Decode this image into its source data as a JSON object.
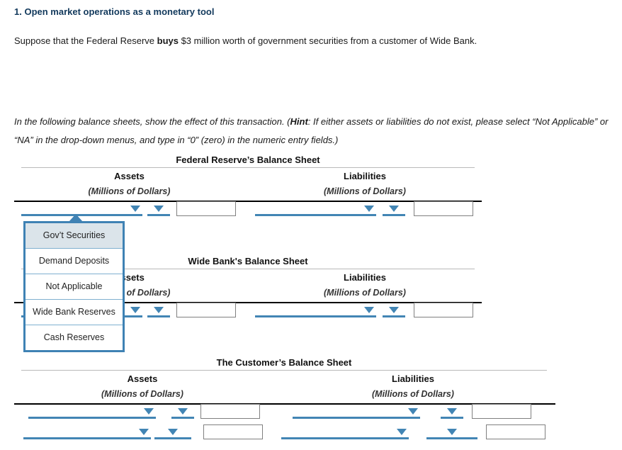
{
  "question": {
    "number_title": "1. Open market operations as a monetary tool",
    "prompt_pre": "Suppose that the Federal Reserve ",
    "prompt_bold": "buys",
    "prompt_post": " $3 million worth of government securities from a customer of Wide Bank.",
    "hint_line1_a": "In the following balance sheets, show the effect of this transaction. (",
    "hint_line1_bold": "Hint",
    "hint_line1_b": ": If either assets or liabilities do not exist, please select “Not Applicable” or",
    "hint_line2": "“NA” in the drop-down menus, and type in “0” (zero) in the numeric entry fields.)"
  },
  "common": {
    "assets_label": "Assets",
    "liabilities_label": "Liabilities",
    "units_label": "(Millions of Dollars)"
  },
  "sheets": [
    {
      "id": "federal-reserve",
      "title": "Federal Reserve’s Balance Sheet",
      "rows": 1
    },
    {
      "id": "wide-bank",
      "title": "Wide Bank's Balance Sheet",
      "rows": 1
    },
    {
      "id": "the-customer",
      "title": "The Customer’s Balance Sheet",
      "rows": 2
    }
  ],
  "open_dropdown": {
    "owner": "federal-reserve-assets-row1-account",
    "selected": "Gov’t Securities",
    "options": [
      "Gov’t Securities",
      "Demand Deposits",
      "Not Applicable",
      "Wide Bank Reserves",
      "Cash Reserves"
    ]
  },
  "colors": {
    "heading": "#12395c",
    "accent_blue": "#4285b4",
    "menu_border": "#3f82b4",
    "menu_selected_bg": "#dbe4ea",
    "rule_light": "#b9b9b9",
    "rule_dark": "#000000",
    "input_border": "#808080"
  }
}
